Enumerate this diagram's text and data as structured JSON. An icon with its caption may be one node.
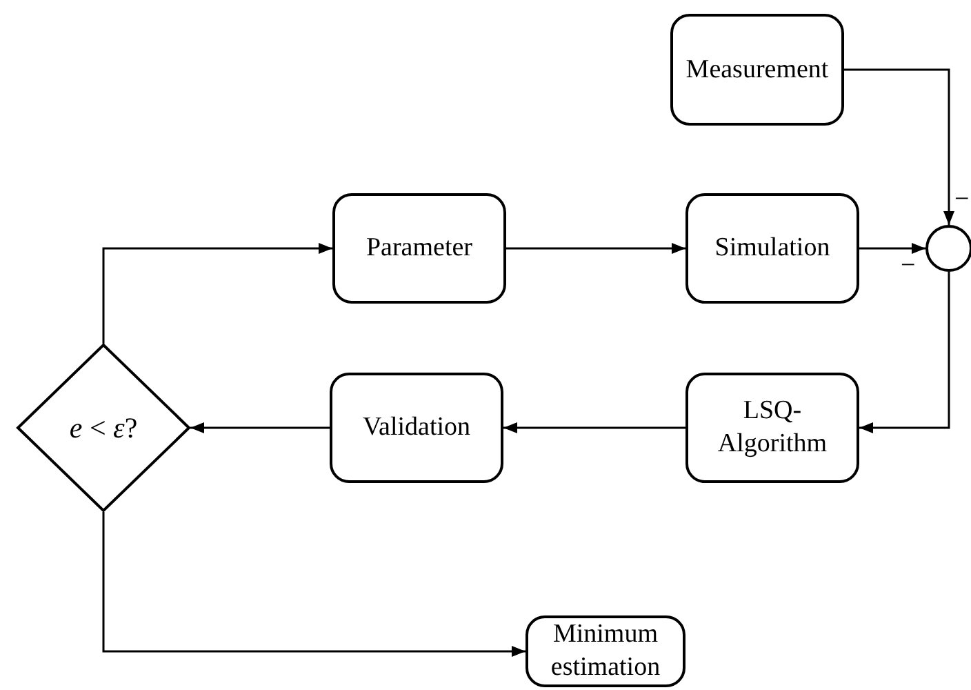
{
  "diagram": {
    "nodes": [
      {
        "text": [
          "Measurement"
        ]
      },
      {
        "text": [
          "Parameter"
        ]
      },
      {
        "text": [
          "Simulation"
        ]
      },
      {
        "text": [],
        "shape": "circle"
      },
      {
        "text": [
          "*e* < *ε*?"
        ]
      },
      {
        "text": [
          "Validation"
        ]
      },
      {
        "text": [
          "LSQ-Algorithm"
        ]
      },
      {
        "text": [
          "Minimum estimation"
        ]
      }
    ],
    "edges": [
      {
        "from": 0,
        "to": 3,
        "arrow": "to"
      },
      {
        "from": 1,
        "to": 2,
        "arrow": "to"
      },
      {
        "from": 2,
        "to": 3,
        "arrow": "to"
      },
      {
        "from": 3,
        "to": 6,
        "arrow": "to"
      },
      {
        "from": 6,
        "to": 5,
        "arrow": "to"
      },
      {
        "from": 5,
        "to": 4,
        "arrow": "to"
      },
      {
        "from": 4,
        "to": 1,
        "arrow": "to"
      },
      {
        "from": 4,
        "to": 7,
        "arrow": "to"
      }
    ],
    "labels": [
      "−",
      "−"
    ]
  }
}
